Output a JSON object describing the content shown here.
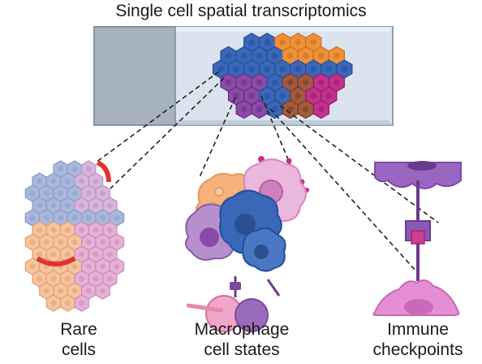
{
  "title": "Single cell spatial transcriptomics",
  "panels": [
    {
      "label": "Rare\ncells"
    },
    {
      "label": "Macrophage\ncell states"
    },
    {
      "label": "Immune\ncheckpoints"
    }
  ],
  "colors": {
    "slide_glass": "#dbe4ee",
    "slide_frosted": "#a7b2bf",
    "slide_edge": "#8ea0b2",
    "blue_cell": "#3a67b7",
    "purple_cell": "#8a4aa8",
    "orange_cell": "#f0913a",
    "rust_cell": "#a35a3d",
    "magenta_cell": "#c2318e",
    "red_marker": "#e0332f",
    "pink_cell": "#e38ccb",
    "light_blue_cell": "#a8b8dd",
    "light_purple_cell": "#d8b6dc",
    "light_orange_cell": "#f6c49e"
  }
}
